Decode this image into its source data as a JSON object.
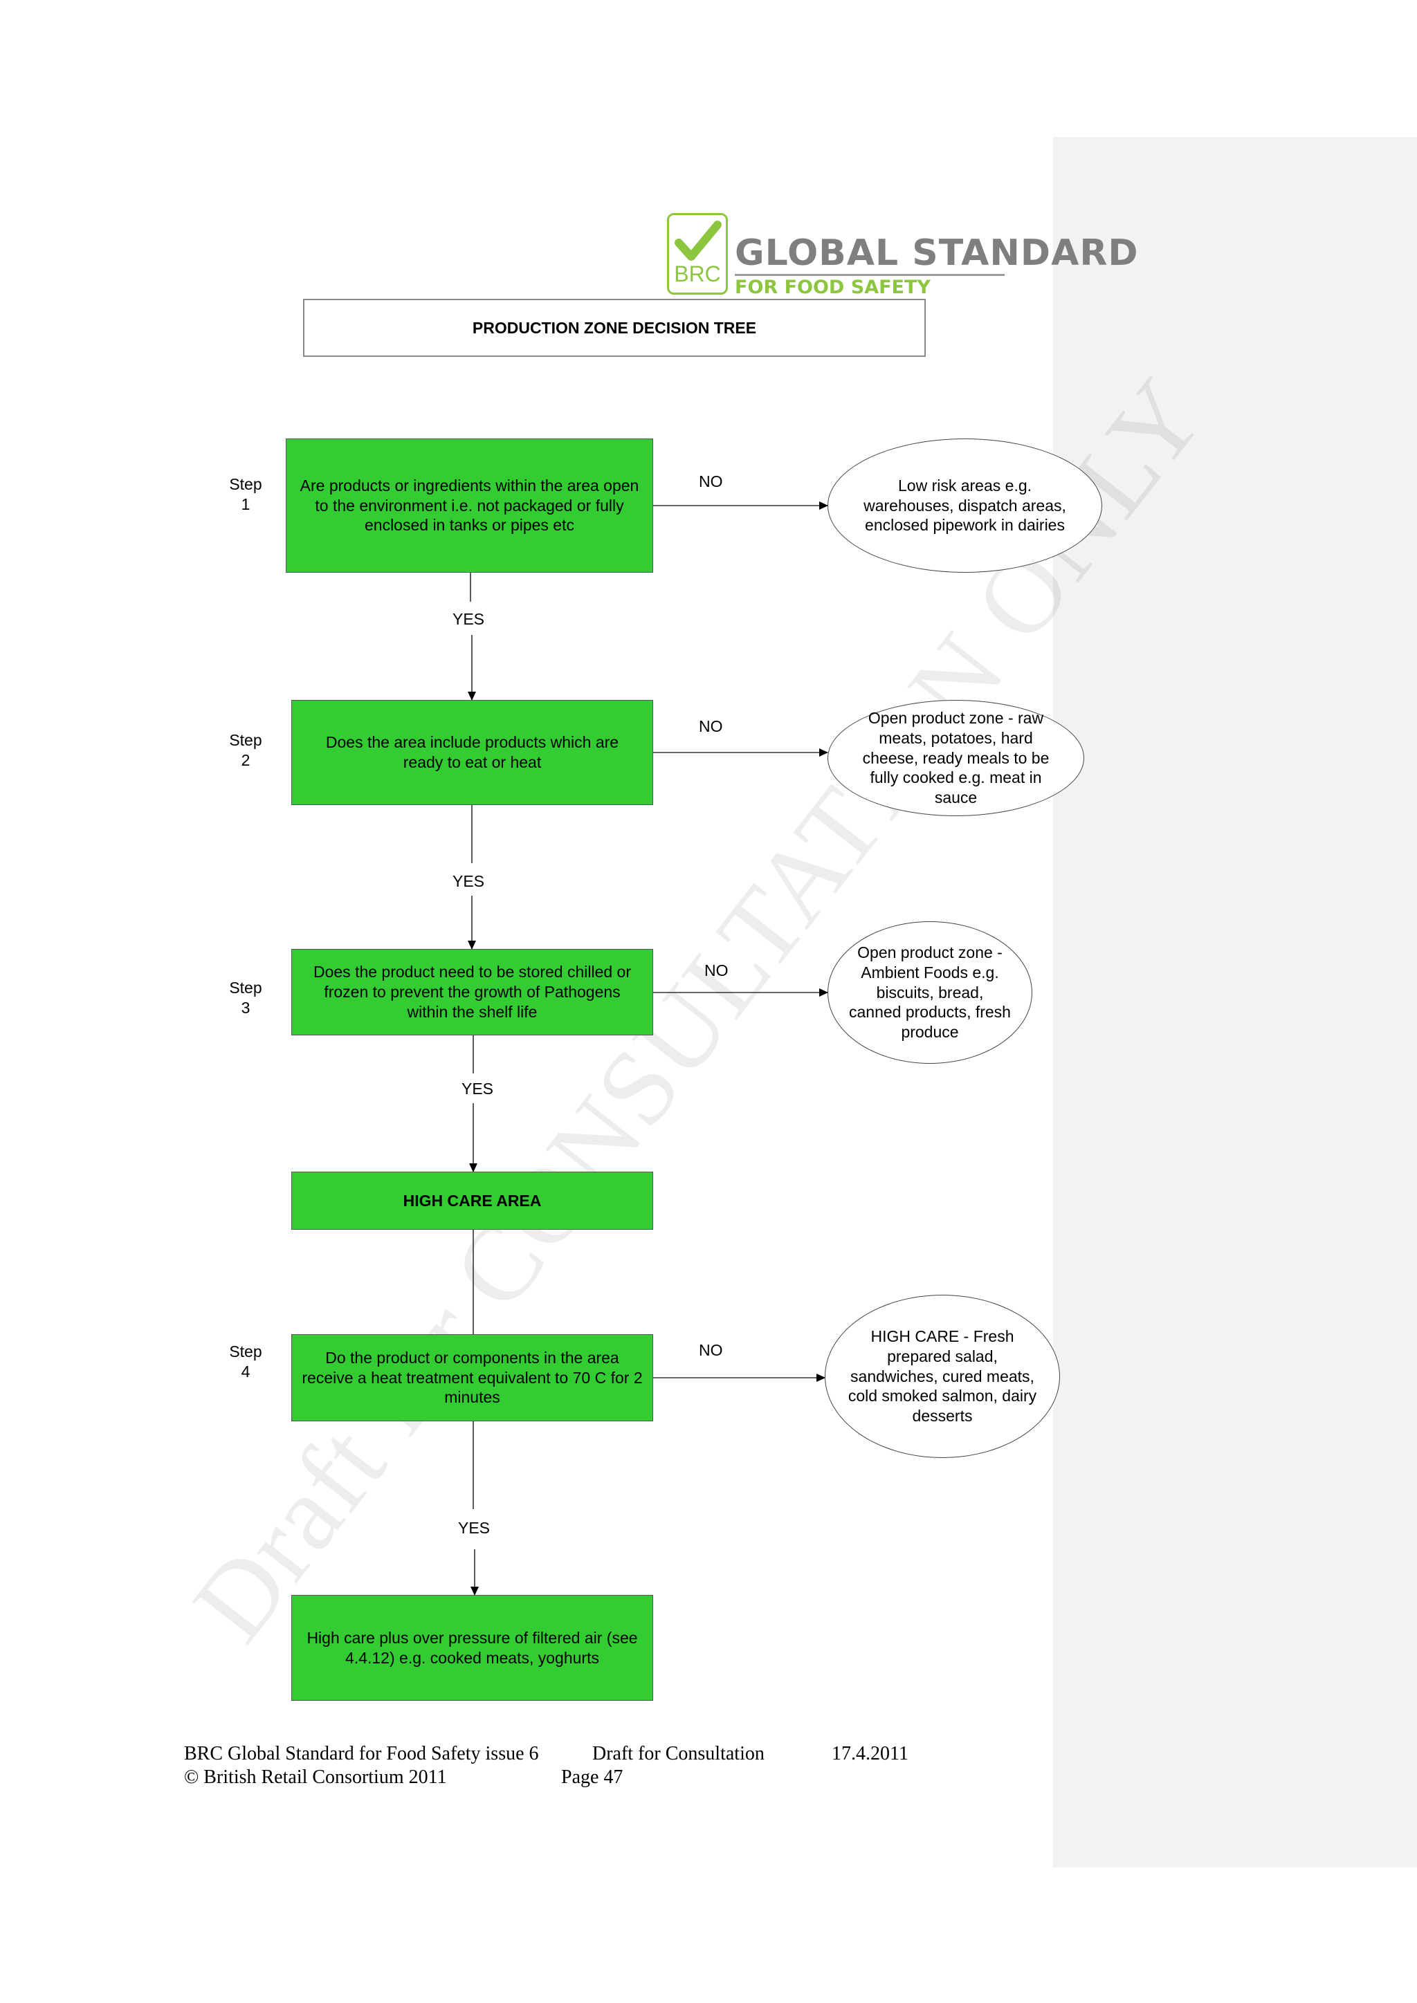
{
  "logo": {
    "badge_text": "BRC",
    "title": "GLOBAL STANDARD",
    "subtitle": "FOR FOOD SAFETY",
    "colors": {
      "green": "#8cc63f",
      "grey": "#7f7f7f"
    }
  },
  "diagram_title": "PRODUCTION ZONE DECISION TREE",
  "watermark": "Draft for CONSULTATION ONLY",
  "steps": [
    {
      "step_label": "Step\n1",
      "question": "Are products or ingredients within the area open to the environment i.e. not packaged or fully enclosed in tanks or pipes etc",
      "no_label": "NO",
      "no_outcome": "Low risk areas e.g. warehouses, dispatch areas, enclosed pipework in dairies",
      "yes_label": "YES"
    },
    {
      "step_label": "Step\n2",
      "question": "Does the area include products which are ready to eat or heat",
      "no_label": "NO",
      "no_outcome": "Open product zone - raw meats, potatoes, hard cheese, ready meals to be fully cooked e.g. meat in sauce",
      "yes_label": "YES"
    },
    {
      "step_label": "Step\n3",
      "question": "Does the product need to be stored chilled or frozen to prevent the growth of Pathogens within the shelf life",
      "no_label": "NO",
      "no_outcome": "Open product zone - Ambient Foods e.g. biscuits, bread, canned products, fresh produce",
      "yes_label": "YES"
    },
    {
      "step_label": "Step\n4",
      "question": "Do the product or components in the area receive a heat treatment equivalent to 70 C for 2 minutes",
      "no_label": "NO",
      "no_outcome": "HIGH CARE - Fresh prepared salad, sandwiches, cured meats, cold smoked salmon, dairy desserts",
      "yes_label": "YES"
    }
  ],
  "high_care_area": "HIGH CARE AREA",
  "final_outcome": "High care plus over pressure of filtered air (see 4.4.12) e.g. cooked meats, yoghurts",
  "colors": {
    "box_fill": "#33cc33",
    "margin_pane": "#f2f2f2"
  },
  "footer": {
    "doc_name": "BRC Global Standard for Food Safety issue 6",
    "status": "Draft for Consultation",
    "date": "17.4.2011",
    "copyright": "© British Retail Consortium 2011",
    "page": "Page 47"
  }
}
